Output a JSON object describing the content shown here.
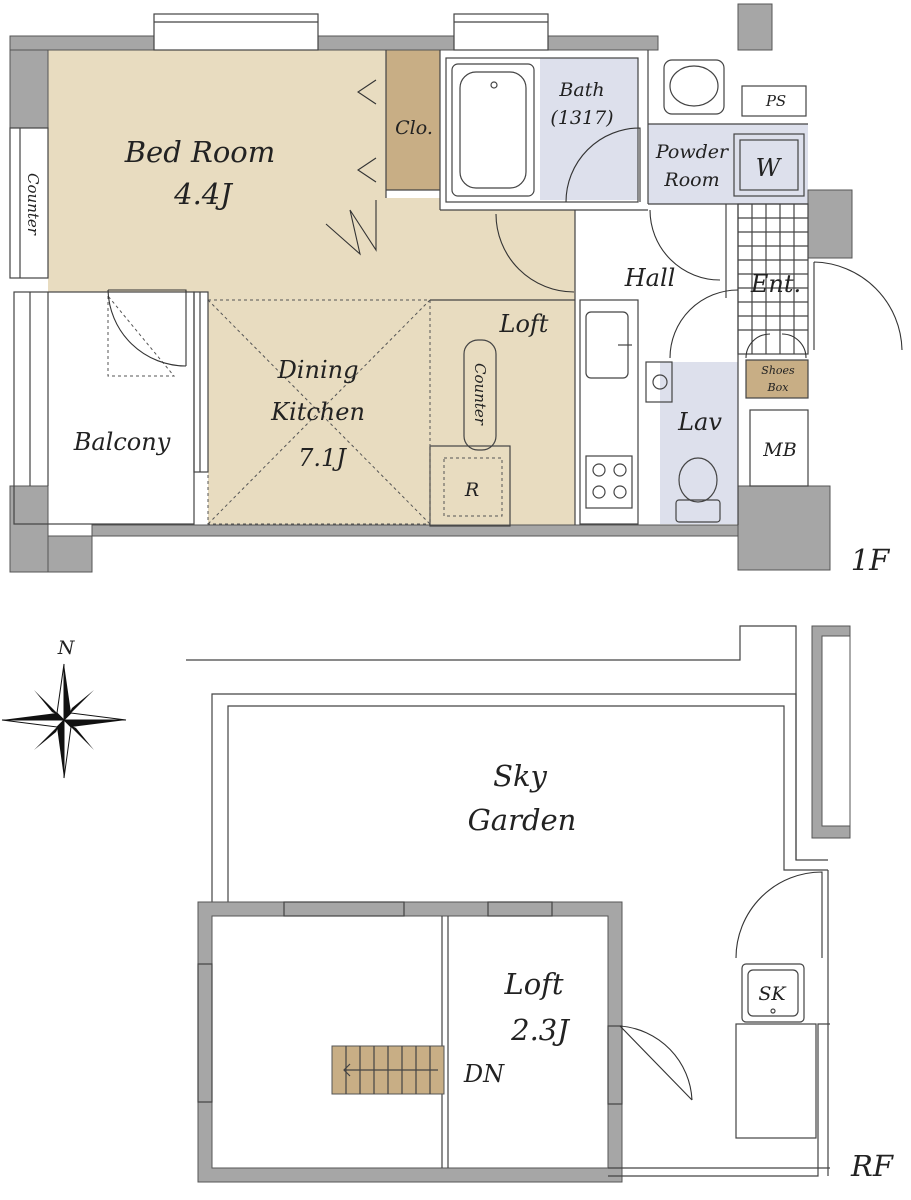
{
  "floor1": {
    "level_label": "1F",
    "rooms": {
      "bedroom": {
        "name": "Bed Room",
        "size": "4.4J"
      },
      "closet": "Clo.",
      "bath": {
        "name": "Bath",
        "size": "(1317)"
      },
      "powder": {
        "line1": "Powder",
        "line2": "Room"
      },
      "washer": "W",
      "ps": "PS",
      "counter_left": "Counter",
      "hall": "Hall",
      "entrance": "Ent.",
      "loft_note": "Loft",
      "dining": {
        "line1": "Dining",
        "line2": "Kitchen",
        "size": "7.1J"
      },
      "counter_kitchen": "Counter",
      "fridge": "R",
      "balcony": "Balcony",
      "lav": "Lav",
      "shoes": {
        "line1": "Shoes",
        "line2": "Box"
      },
      "mb": "MB"
    }
  },
  "roof": {
    "level_label": "RF",
    "sky_garden": {
      "line1": "Sky",
      "line2": "Garden"
    },
    "loft": {
      "name": "Loft",
      "size": "2.3J"
    },
    "stairs": "DN",
    "sink": "SK"
  },
  "compass": {
    "north": "N"
  },
  "colors": {
    "wood": "#e8dcc0",
    "wet": "#dde0ec",
    "closet": "#c8ae85",
    "wall": "#a6a6a6",
    "stairs": "#c8ae85"
  }
}
